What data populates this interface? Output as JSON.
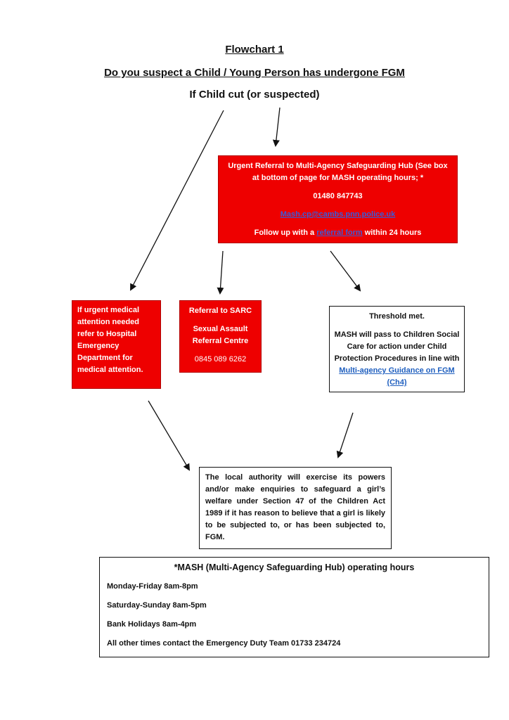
{
  "title": "Flowchart 1",
  "question": "Do you suspect a Child / Young Person has undergone FGM",
  "start": "If Child cut (or suspected)",
  "mash_box": {
    "line1": "Urgent Referral to Multi-Agency Safeguarding Hub (See box at bottom of page for MASH operating hours; *",
    "phone": "01480 847743",
    "email": "Mash.cp@cambs.pnn.police.uk",
    "follow_prefix": "Follow up with a ",
    "follow_link": "referral form",
    "follow_suffix": " within 24 hours"
  },
  "medical_box": {
    "text": "If urgent medical attention needed refer to Hospital Emergency Department for medical attention."
  },
  "sarc_box": {
    "title": "Referral to SARC",
    "name": "Sexual Assault Referral Centre",
    "phone": "0845 089 6262"
  },
  "threshold_box": {
    "title": "Threshold met.",
    "text": "MASH will pass to Children Social Care for action under Child Protection Procedures in line with ",
    "link": "Multi-agency Guidance on FGM (Ch4)"
  },
  "la_box": {
    "text": "The local authority will exercise its powers and/or make enquiries to safeguard a girl’s welfare under Section 47 of the Children Act 1989 if it has reason to believe that a girl is likely to be subjected to, or has been subjected to, FGM."
  },
  "hours_box": {
    "title": "*MASH (Multi-Agency Safeguarding Hub) operating hours",
    "lines": [
      "Monday-Friday 8am-8pm",
      "Saturday-Sunday 8am-5pm",
      "Bank Holidays 8am-4pm",
      "All other times contact the Emergency Duty Team 01733 234724"
    ]
  },
  "colors": {
    "red_box": "#ee0000",
    "link_blue": "#1f5fbf"
  }
}
